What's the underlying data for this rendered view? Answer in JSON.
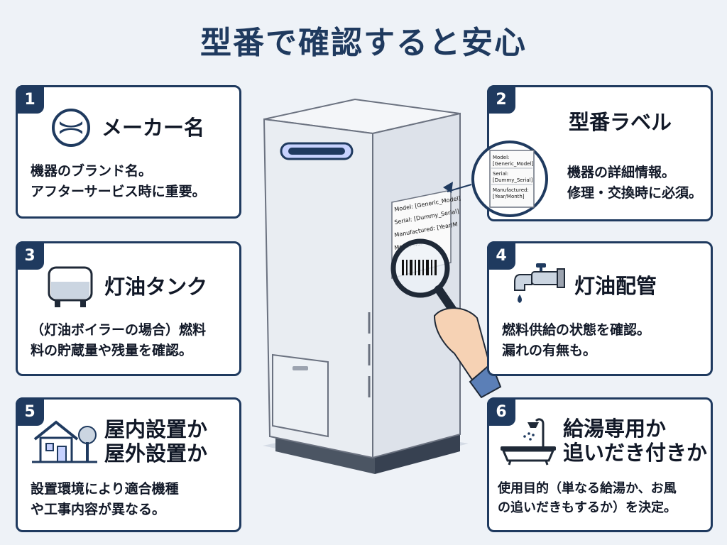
{
  "title": "型番で確認すると安心",
  "cards": [
    {
      "num": "1",
      "title_lines": [
        "メーカー名"
      ],
      "desc_lines": [
        "機器のブランド名。",
        "アフターサービス時に重要。"
      ],
      "icon": "brand-logo-icon"
    },
    {
      "num": "2",
      "title_lines": [
        "型番ラベル"
      ],
      "desc_lines": [
        "機器の詳細情報。",
        "修理・交換時に必須。"
      ],
      "icon": "none"
    },
    {
      "num": "3",
      "title_lines": [
        "灯油タンク"
      ],
      "desc_lines": [
        "（灯油ボイラーの場合）燃料",
        "料の貯蔵量や残量を確認。"
      ],
      "icon": "tank-icon"
    },
    {
      "num": "4",
      "title_lines": [
        "灯油配管"
      ],
      "desc_lines": [
        "燃料供給の状態を確認。",
        "漏れの有無も。"
      ],
      "icon": "faucet-icon"
    },
    {
      "num": "5",
      "title_lines": [
        "屋内設置か",
        "屋外設置か"
      ],
      "desc_lines": [
        "設置環境により適合機種",
        "や工事内容が異なる。"
      ],
      "icon": "house-tree-icon"
    },
    {
      "num": "6",
      "title_lines": [
        "給湯専用か",
        "追いだき付きか"
      ],
      "desc_lines": [
        "使用目的（単なる給湯か、お風",
        "の追いだきもするか）を決定。"
      ],
      "icon": "bathtub-shower-icon"
    }
  ],
  "label": {
    "model": "Model: [Generic_Model]",
    "serial": "Serial: [Dummy_Serial]",
    "manufactured": "Manufactured: [Year/M",
    "model_no": "Model No."
  },
  "zoom_label": {
    "model_key": "Model:",
    "model_val": "[Generic_Model]",
    "serial_key": "Serial:",
    "serial_val": "[Dummy_Serial]",
    "mfg_key": "Manufactured:",
    "mfg_val": "[Year/Month]"
  }
}
